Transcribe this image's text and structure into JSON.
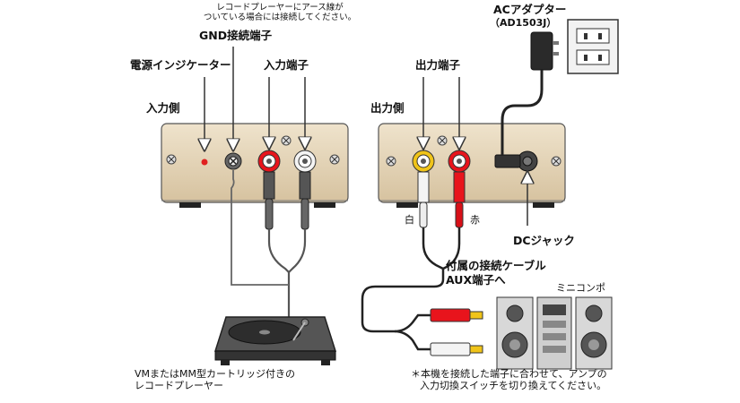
{
  "labels": {
    "note_top_line1": "レコードプレーヤーにアース線が",
    "note_top_line2": "ついている場合には接続してください。",
    "gnd_terminal": "GND接続端子",
    "power_indicator": "電源インジケーター",
    "input_terminal": "入力端子",
    "input_side": "入力側",
    "output_terminal": "出力端子",
    "output_side": "出力側",
    "ac_adapter": "ACアダプター",
    "ac_adapter_model": "（AD1503J）",
    "white": "白",
    "red": "赤",
    "dc_jack": "DCジャック",
    "cable_line1": "付属の接続ケーブル",
    "cable_line2": "AUX端子へ",
    "mini_component": "ミニコンポ",
    "turntable_line1": "VMまたはMM型カートリッジ付きの",
    "turntable_line2": "レコードプレーヤー",
    "note_bottom_line1": "＊本機を接続した端子に合わせて、アンプの",
    "note_bottom_line2": "入力切換スイッチを切り換えてください。"
  },
  "colors": {
    "device_body": "#e3d2b4",
    "rca_red": "#e8141c",
    "rca_white": "#f4f4f4",
    "rca_yellow": "#f0c419",
    "indicator_red": "#e02020",
    "device_dark": "#4a4a4a"
  }
}
